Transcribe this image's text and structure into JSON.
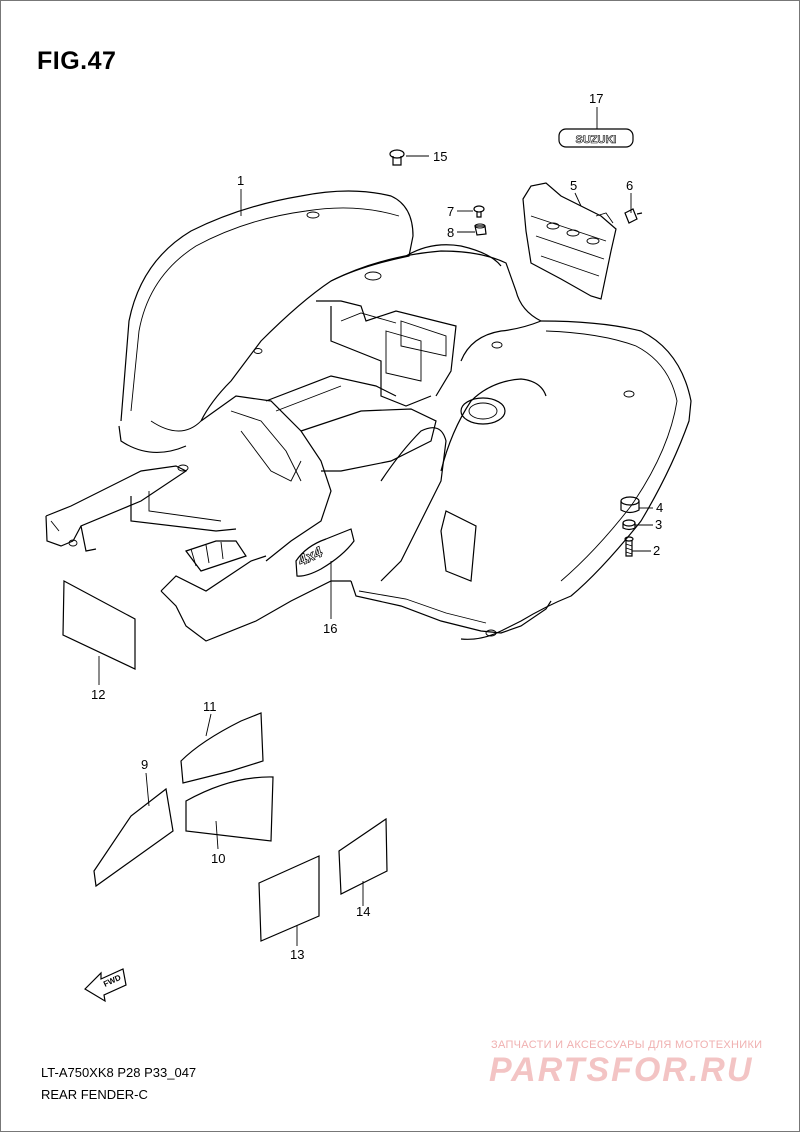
{
  "figure": {
    "title": "FIG.47",
    "model_code": "LT-A750XK8 P28 P33_047",
    "section_name": "REAR FENDER-C"
  },
  "callouts": [
    "1",
    "2",
    "3",
    "4",
    "5",
    "6",
    "7",
    "8",
    "9",
    "10",
    "11",
    "12",
    "13",
    "14",
    "15",
    "16",
    "17"
  ],
  "emblem_text": "SUZUKI",
  "decal_text": "4x4",
  "fwd_label": "FWD",
  "watermark": {
    "tagline": "ЗАПЧАСТИ И АКСЕССУАРЫ ДЛЯ МОТОТЕХНИКИ",
    "logo": "PARTSFOR.RU"
  }
}
